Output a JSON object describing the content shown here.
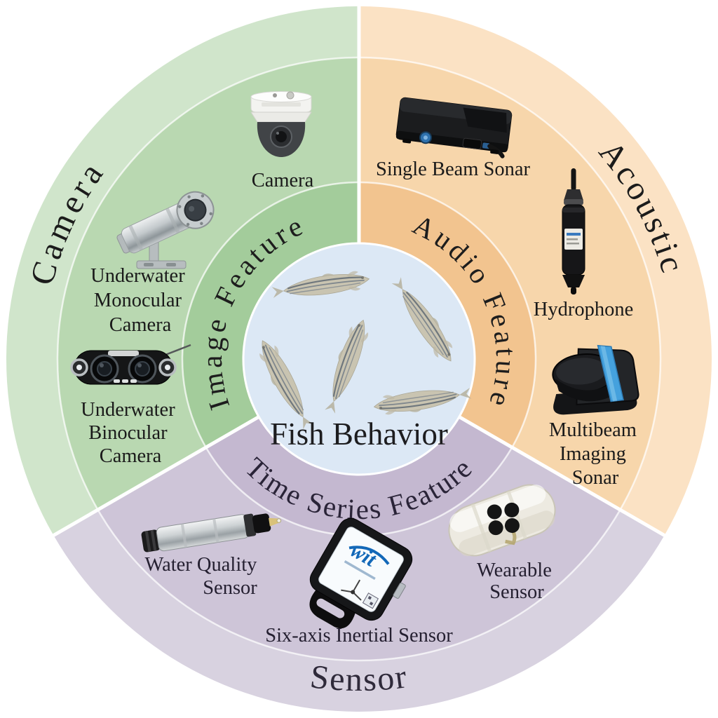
{
  "diagram": {
    "center": {
      "title": "Fish Behavior",
      "bg_color": "#dce8f5",
      "fish_count": 5
    },
    "sectors": [
      {
        "label": "Camera",
        "feature_label": "Image Feature",
        "colors": {
          "outer": "#d0e5cb",
          "device_band": "#b9d8b1",
          "feature_band": "#a3cc9b"
        },
        "devices": [
          {
            "name": "Camera",
            "lines": [
              "Camera"
            ],
            "icon": "ptz-dome-camera"
          },
          {
            "name": "Underwater Monocular Camera",
            "lines": [
              "Underwater",
              "Monocular",
              "Camera"
            ],
            "icon": "underwater-monocular-camera"
          },
          {
            "name": "Underwater Binocular Camera",
            "lines": [
              "Underwater",
              "Binocular",
              "Camera"
            ],
            "icon": "underwater-binocular-camera"
          }
        ]
      },
      {
        "label": "Acoustic",
        "feature_label": "Audio Feature",
        "colors": {
          "outer": "#fbe2c4",
          "device_band": "#f7d6ab",
          "feature_band": "#f2c48f"
        },
        "devices": [
          {
            "name": "Single Beam Sonar",
            "lines": [
              "Single Beam Sonar"
            ],
            "icon": "single-beam-sonar"
          },
          {
            "name": "Hydrophone",
            "lines": [
              "Hydrophone"
            ],
            "icon": "hydrophone"
          },
          {
            "name": "Multibeam Imaging Sonar",
            "lines": [
              "Multibeam",
              "Imaging",
              "Sonar"
            ],
            "icon": "multibeam-imaging-sonar"
          }
        ]
      },
      {
        "label": "Sensor",
        "feature_label": "Time Series Feature",
        "colors": {
          "outer": "#d8d2e0",
          "device_band": "#cec5d8",
          "feature_band": "#c4b8d0"
        },
        "devices": [
          {
            "name": "Water Quality Sensor",
            "lines": [
              "Water Quality",
              "Sensor"
            ],
            "icon": "water-quality-sensor"
          },
          {
            "name": "Six-axis Inertial Sensor",
            "lines": [
              "Six-axis Inertial Sensor"
            ],
            "icon": "six-axis-inertial-sensor"
          },
          {
            "name": "Wearable Sensor",
            "lines": [
              "Wearable",
              "Sensor"
            ],
            "icon": "wearable-sensor"
          }
        ]
      }
    ],
    "colors": {
      "background": "#ffffff",
      "divider": "#ffffff",
      "text": "#1a1a1a",
      "accent_blue": "#45a1dd"
    }
  }
}
